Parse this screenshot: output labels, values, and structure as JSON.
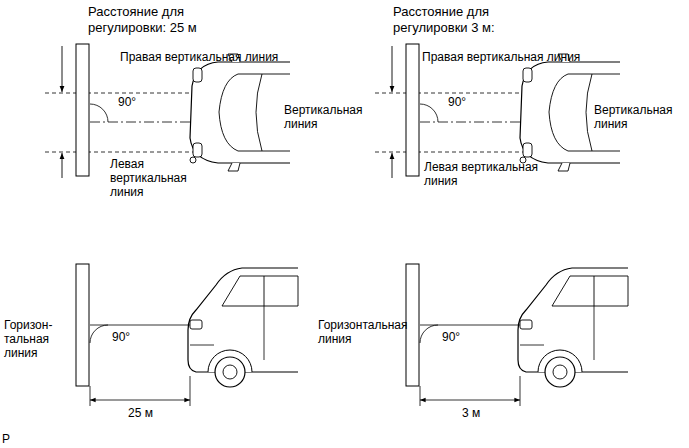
{
  "diagram": {
    "labels": [
      "Расстояние для регулировки: 25 м",
      "Правая вертикальная линия",
      "90°",
      "Вертикальная линия",
      "Левая вертикальная линия",
      "Расстояние для регулировки 3 м:",
      "Правая вертикальная линия",
      "90°",
      "Вертикальная линия",
      "Левая вертикальная линия",
      "Горизон-тальная линия",
      "90°",
      "25 м",
      "Горизонтальная линия",
      "90°",
      "3 м",
      "P"
    ]
  }
}
